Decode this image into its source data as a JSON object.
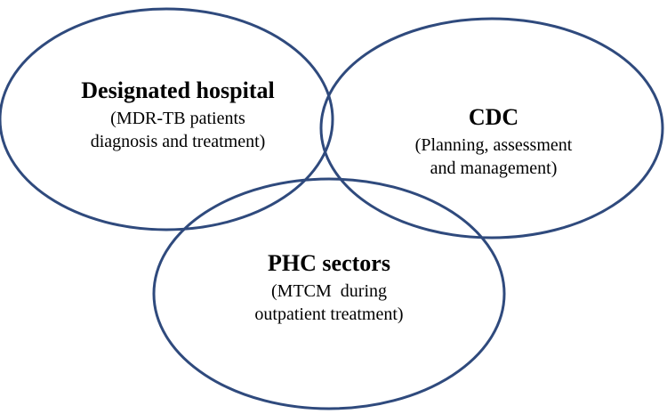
{
  "colors": {
    "ellipse_stroke": "#2f4a7d",
    "text": "#000000",
    "background": "#ffffff"
  },
  "circles": {
    "hospital": {
      "title": "Designated hospital",
      "line1": "(MDR-TB patients",
      "line2": "diagnosis and treatment)"
    },
    "cdc": {
      "title": "CDC",
      "line1": "(Planning, assessment",
      "line2": "and management)"
    },
    "phc": {
      "title": "PHC sectors",
      "line1": "(MTCM  during",
      "line2": "outpatient treatment)"
    }
  }
}
